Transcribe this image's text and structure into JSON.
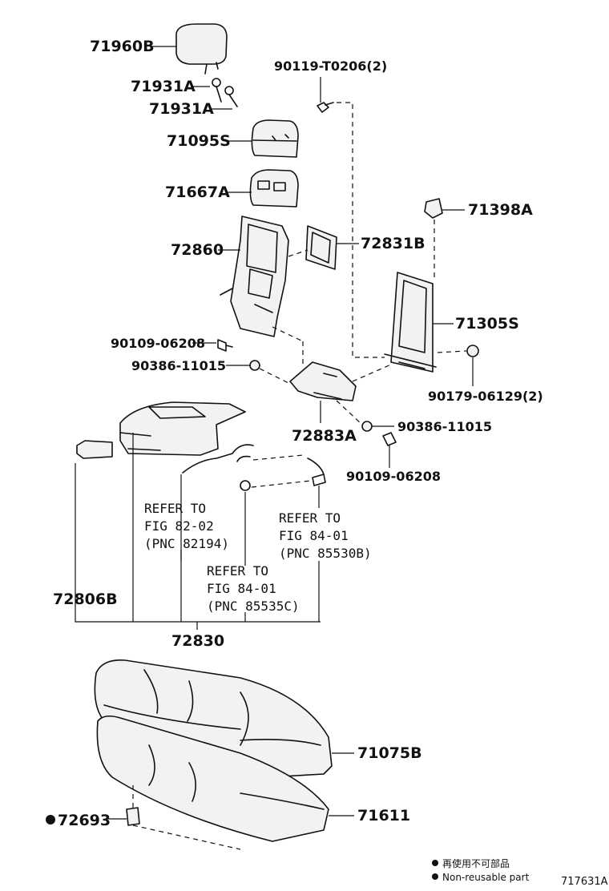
{
  "callouts": {
    "p71960B": "71960B",
    "p71931A_1": "71931A",
    "p71931A_2": "71931A",
    "p71095S": "71095S",
    "p71667A": "71667A",
    "p72860": "72860",
    "p72831B": "72831B",
    "p90119": "90119-T0206(2)",
    "p71398A": "71398A",
    "p71305S": "71305S",
    "p90109_a": "90109-06208",
    "p90386_a": "90386-11015",
    "p90179": "90179-06129(2)",
    "p72883A": "72883A",
    "p90386_b": "90386-11015",
    "p90109_b": "90109-06208",
    "p72806B": "72806B",
    "p72830": "72830",
    "p71075B": "71075B",
    "p71611": "71611",
    "p72693": "72693"
  },
  "references": {
    "ref1": {
      "line1": "REFER TO",
      "line2": "FIG 82-02",
      "line3": "(PNC 82194)"
    },
    "ref2": {
      "line1": "REFER TO",
      "line2": "FIG 84-01",
      "line3": "(PNC 85530B)"
    },
    "ref3": {
      "line1": "REFER TO",
      "line2": "FIG 84-01",
      "line3": "(PNC 85535C)"
    }
  },
  "legend": {
    "line1": "再使用不可部品",
    "line2": "Non-reusable part"
  },
  "figure_number": "717631A"
}
